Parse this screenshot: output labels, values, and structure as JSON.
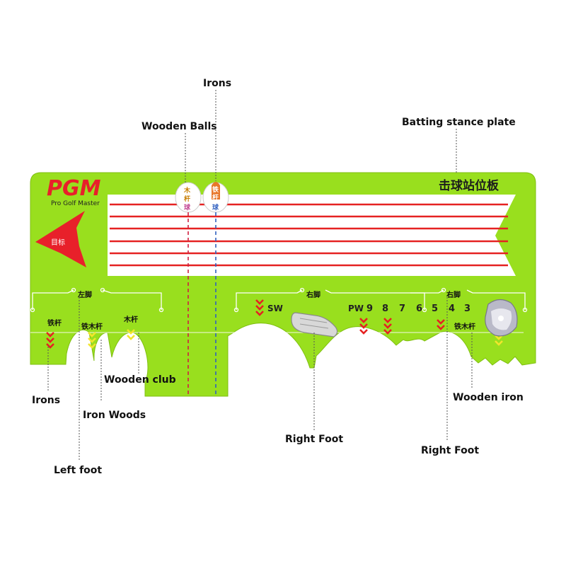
{
  "brand": {
    "logo_text": "PGM",
    "tagline": "Pro Golf Master",
    "board_title": "击球站位板",
    "accent": "#99df1e",
    "logo_red": "#e8202a",
    "target_label": "目标"
  },
  "balls": {
    "wood_ball_label": [
      "木",
      "杆",
      "球"
    ],
    "iron_ball_label": [
      "铁",
      "杆",
      "球"
    ]
  },
  "board_labels": {
    "left_foot": "左脚",
    "right_foot_1": "右脚",
    "right_foot_2": "右脚",
    "iron": "铁杆",
    "iron_wood": "铁木杆",
    "wood": "木杆",
    "iron_wood_right": "铁木杆",
    "sw": "SW",
    "club_numbers": [
      "PW",
      "9",
      "8",
      "7",
      "6",
      "5",
      "4",
      "3"
    ]
  },
  "callouts": {
    "irons_top": "Irons",
    "wooden_balls": "Wooden Balls",
    "batting_stance_plate": "Batting stance plate",
    "irons_left": "Irons",
    "wooden_club": "Wooden club",
    "iron_woods": "Iron Woods",
    "left_foot": "Left foot",
    "right_foot_mid": "Right Foot",
    "right_foot_right": "Right Foot",
    "wooden_iron": "Wooden iron"
  },
  "icons": {
    "chevron": "chevron-down-icon",
    "iron_head": "iron-club-head-icon",
    "driver_head": "driver-club-head-icon"
  }
}
